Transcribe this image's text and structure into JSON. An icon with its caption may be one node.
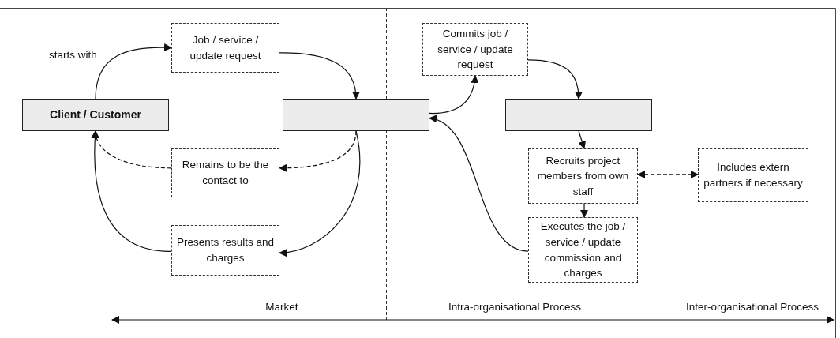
{
  "diagram": {
    "nodes": [
      {
        "text": [
          "Client / Customer"
        ]
      },
      {
        "text": [
          "Job / service / update request"
        ]
      },
      {
        "text": [],
        "shape": "box"
      },
      {
        "text": [
          "Remains to be the contact to"
        ]
      },
      {
        "text": [
          "Presents results and charges"
        ]
      },
      {
        "text": [
          "Commits job / service / update request"
        ]
      },
      {
        "text": [],
        "shape": "box"
      },
      {
        "text": [
          "Recruits project members from own staff"
        ]
      },
      {
        "text": [
          "Executes the job / service / update commission and charges"
        ]
      },
      {
        "text": [
          "Includes extern partners if necessary"
        ]
      }
    ],
    "edges": [
      {
        "from": 0,
        "to": 1,
        "arrow": "to",
        "label": "starts with"
      },
      {
        "from": 1,
        "to": 2,
        "arrow": "to"
      },
      {
        "from": 2,
        "to": 3,
        "arrow": "to",
        "style": "dashed"
      },
      {
        "from": 3,
        "to": 0,
        "arrow": "to",
        "style": "dashed"
      },
      {
        "from": 2,
        "to": 4,
        "arrow": "to"
      },
      {
        "from": 4,
        "to": 0,
        "arrow": "to"
      },
      {
        "from": 2,
        "to": 5,
        "arrow": "to"
      },
      {
        "from": 5,
        "to": 6,
        "arrow": "to"
      },
      {
        "from": 8,
        "to": 2,
        "arrow": "to"
      },
      {
        "from": 6,
        "to": 7,
        "arrow": "to"
      },
      {
        "from": 7,
        "to": 8,
        "arrow": "to"
      },
      {
        "from": 7,
        "to": 9,
        "arrow": "both",
        "style": "dashed"
      }
    ],
    "labels": [
      "Market",
      "Intra-organisational Process",
      "Inter-organisational Process"
    ]
  }
}
